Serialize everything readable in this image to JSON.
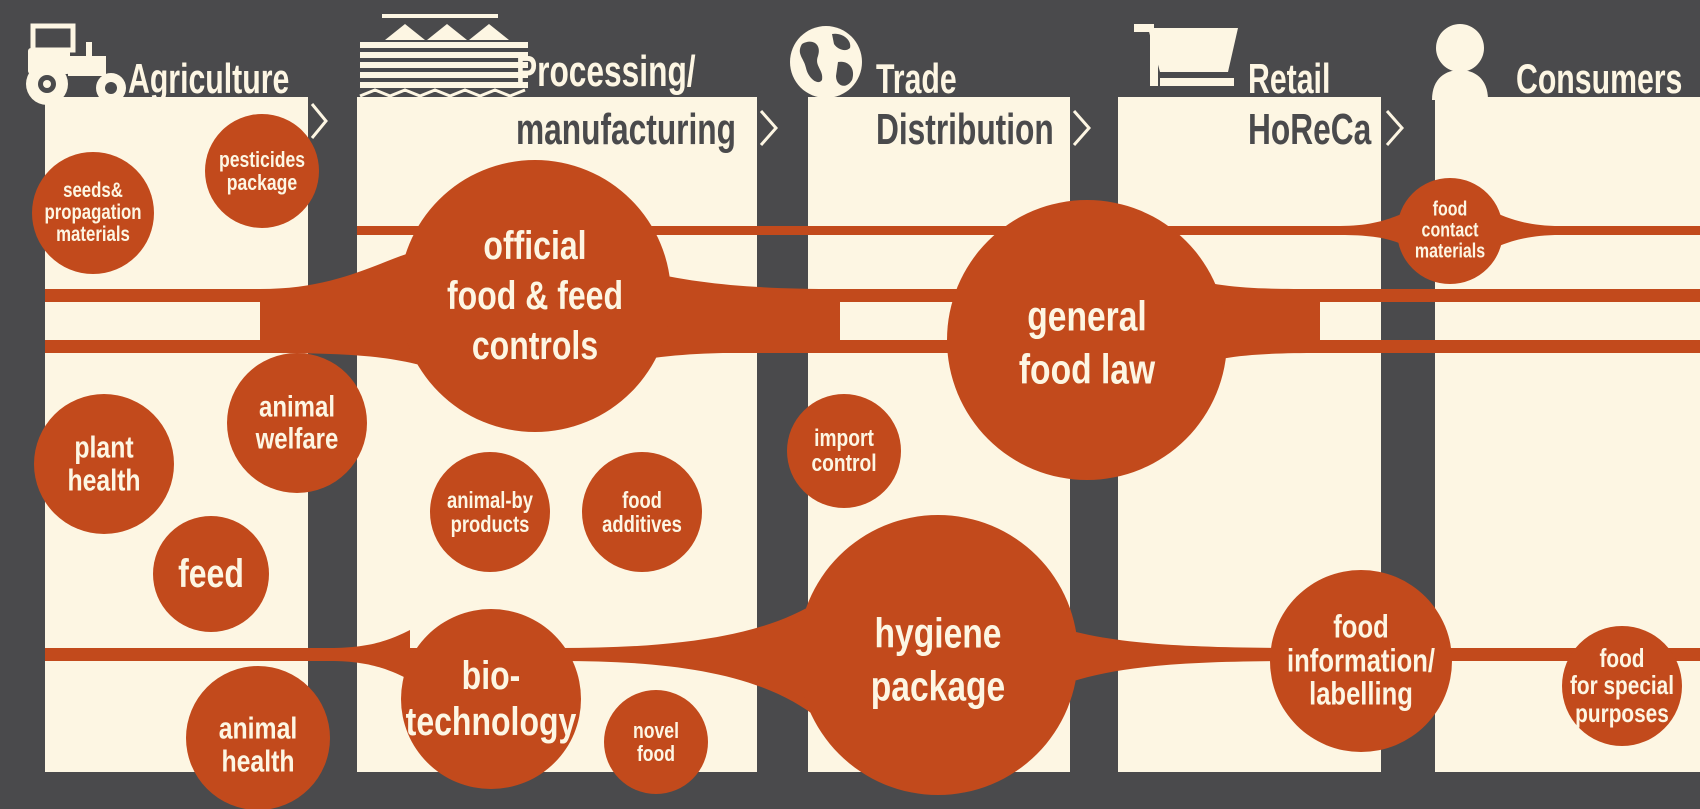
{
  "stages": [
    {
      "id": "agriculture",
      "line1": "Agriculture",
      "line2": "",
      "icon": "tractor-icon"
    },
    {
      "id": "processing",
      "line1": "Processing/",
      "line2": "manufacturing",
      "icon": "silo-icon"
    },
    {
      "id": "trade",
      "line1": "Trade",
      "line2": "Distribution",
      "icon": "globe-icon"
    },
    {
      "id": "retail",
      "line1": "Retail",
      "line2": "HoReCa",
      "icon": "cart-icon"
    },
    {
      "id": "consumers",
      "line1": "Consumers",
      "line2": "",
      "icon": "person-icon"
    }
  ],
  "bubbles": {
    "seeds": "seeds&\npropagation\nmaterials",
    "pesticides": "pesticides\npackage",
    "official_controls": "official\nfood & feed\ncontrols",
    "general_food_law": "general\nfood law",
    "food_contact": "food\ncontact\nmaterials",
    "animal_welfare": "animal\nwelfare",
    "plant_health": "plant\nhealth",
    "feed": "feed",
    "animal_by_products": "animal-by\nproducts",
    "food_additives": "food\nadditives",
    "import_control": "import\ncontrol",
    "hygiene_package": "hygiene\npackage",
    "biotechnology": "bio-\ntechnology",
    "novel_food": "novel\nfood",
    "animal_health": "animal\nhealth",
    "food_information": "food\ninformation/\nlabelling",
    "food_special_purposes": "food\nfor special\npurposes"
  },
  "colors": {
    "background": "#4a4a4c",
    "panel": "#fdf6e3",
    "accent": "#c24a1c"
  }
}
